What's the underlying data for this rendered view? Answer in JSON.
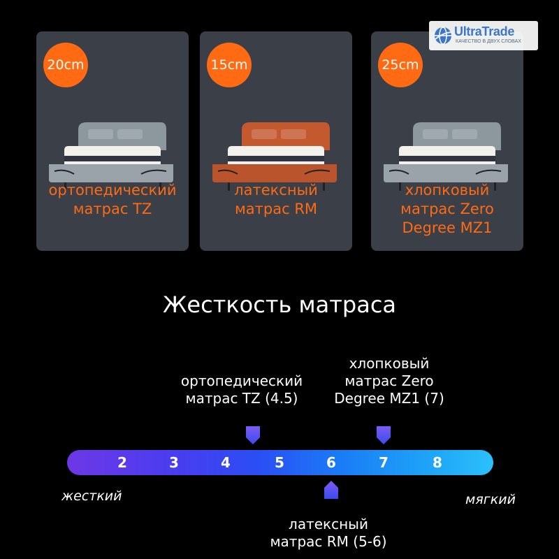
{
  "cards": [
    {
      "thickness": "20cm",
      "label": "ортопедический\nматрас TZ",
      "headboard_color": "#8c979e",
      "frame_color": "#9aa3a9"
    },
    {
      "thickness": "15cm",
      "label": "латексный\nматрас RM",
      "headboard_color": "#c4582f",
      "frame_color": "#b9542c"
    },
    {
      "thickness": "25cm",
      "label": "хлопковый\nматрас Zero\nDegree MZ1",
      "headboard_color": "#8c979e",
      "frame_color": "#9aa3a9"
    }
  ],
  "watermark": {
    "brand": "UltraTrade",
    "tagline": "КАЧЕСТВО В ДВУХ СЛОВАХ"
  },
  "heading": "Жесткость матраса",
  "scale": {
    "ticks": [
      "2",
      "3",
      "4",
      "5",
      "6",
      "7",
      "8"
    ],
    "left_label": "жесткий",
    "right_label": "мягкий",
    "markers": [
      {
        "label": "ортопедический\nматрас TZ (4.5)",
        "value": 4.5,
        "position": "above"
      },
      {
        "label": "хлопковый\nматрас Zero\nDegree MZ1 (7)",
        "value": 7,
        "position": "above"
      },
      {
        "label": "латексный\nматрас RM (5-6)",
        "value": 6,
        "position": "below"
      }
    ]
  },
  "colors": {
    "accent": "#ff6a13",
    "card_bg": "#3a3f48",
    "background": "#000000"
  }
}
